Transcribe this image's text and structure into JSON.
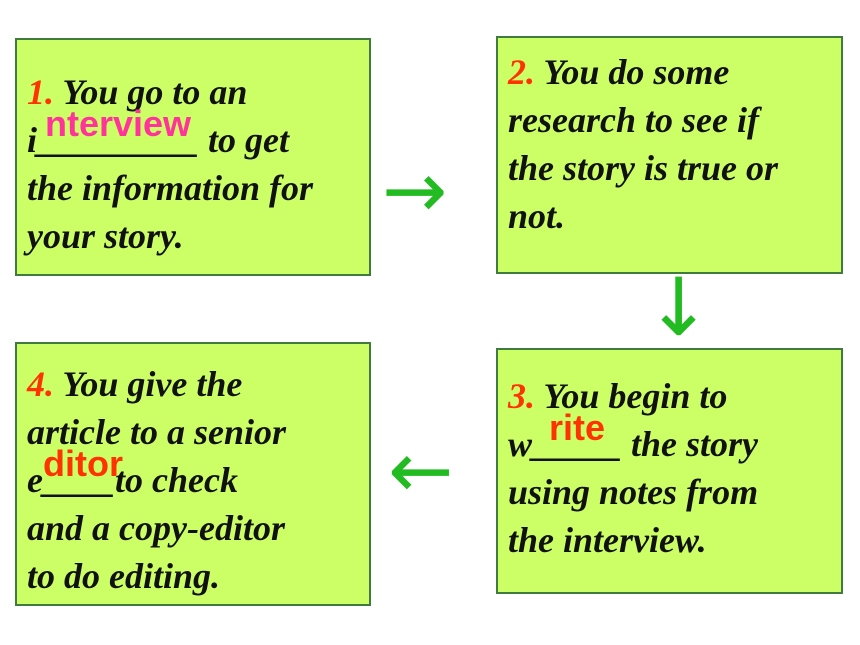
{
  "steps": [
    {
      "number": "1.",
      "line1": " You go to an",
      "line2_prefix": "i",
      "line2_blank": "_________",
      "line2_answer": "nterview",
      "line2_suffix": " to get",
      "line3": "the information for",
      "line4": "your story."
    },
    {
      "number": "2.",
      "line1": " You do some",
      "line2": "research to see if",
      "line3": "the story is true or",
      "line4": "not."
    },
    {
      "number": "3.",
      "line1": " You begin to",
      "line2_prefix": "w",
      "line2_blank": "_____",
      "line2_answer": "rite",
      "line2_suffix": " the story",
      "line3": "using notes from",
      "line4": "the interview."
    },
    {
      "number": "4.",
      "line1": " You give the",
      "line2": "article to a senior",
      "line3_prefix": "e",
      "line3_blank": "____",
      "line3_answer": "ditor",
      "line3_suffix": "to check",
      "line4": "and a copy-editor",
      "line5": "to do editing."
    }
  ],
  "arrows": {
    "right": "→",
    "down": "↓",
    "left": "←"
  },
  "colors": {
    "box_fill": "#ccff66",
    "box_border": "#3f7a3f",
    "step_number": "#ff3300",
    "answer_1": "#ff3399",
    "answer_other": "#ff3300",
    "arrow": "#22bb22"
  }
}
